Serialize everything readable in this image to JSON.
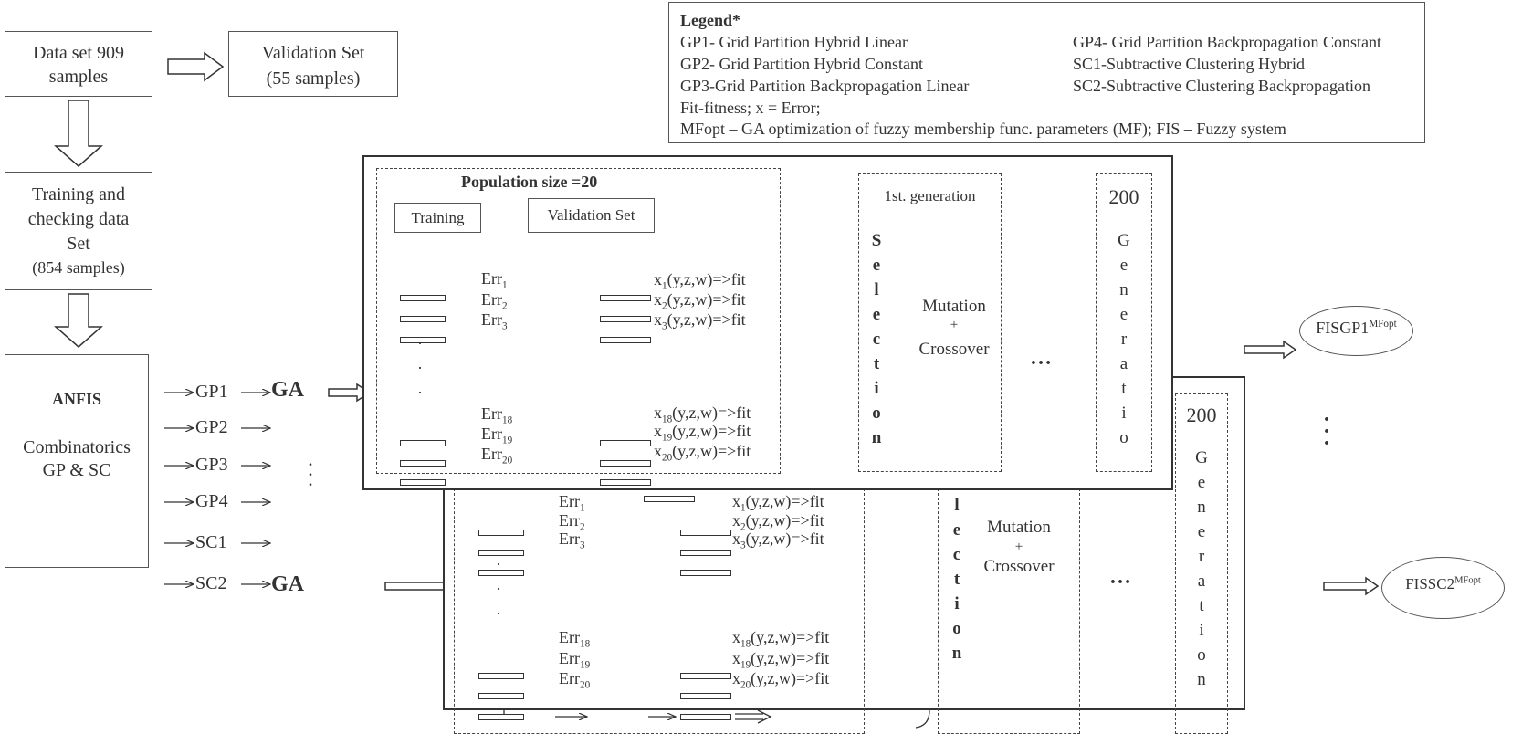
{
  "legend": {
    "title": "Legend*",
    "gp1": "GP1- Grid Partition Hybrid Linear",
    "gp2": "GP2- Grid Partition Hybrid Constant",
    "gp3": "GP3-Grid Partition Backpropagation Linear",
    "gp4": "GP4- Grid Partition Backpropagation Constant",
    "sc1": "SC1-Subtractive Clustering Hybrid",
    "sc2": "SC2-Subtractive Clustering Backpropagation",
    "fit": "Fit-fitness;  x = Error;",
    "mfopt": "MFopt – GA optimization of fuzzy membership func. parameters (MF); FIS – Fuzzy system"
  },
  "dataset": {
    "line1": "Data set 909",
    "line2": "samples"
  },
  "validation": {
    "line1": "Validation Set",
    "line2": "(55 samples)"
  },
  "training_set": {
    "line1": "Training and",
    "line2": "checking data",
    "line3": "Set",
    "line4": "(854 samples)"
  },
  "anfis": {
    "title": "ANFIS",
    "line1": "Combinatorics",
    "line2": "GP & SC"
  },
  "methods": [
    "GP1",
    "GP2",
    "GP3",
    "GP4",
    "SC1",
    "SC2"
  ],
  "ga_label": "GA",
  "pop": {
    "title": "Population size =20",
    "training": "Training",
    "validation": "Validation Set",
    "err_base": "Err",
    "err_idx": [
      "1",
      "2",
      "3",
      "18",
      "19",
      "20"
    ],
    "x_base": "x",
    "x_suffix": "(y,z,w)=>fit"
  },
  "selection_letters": [
    "S",
    "e",
    "l",
    "e",
    "c",
    "t",
    "i",
    "o",
    "n"
  ],
  "selection_back_letters": [
    "l",
    "e",
    "c",
    "t",
    "i",
    "o",
    "n"
  ],
  "generation_letters": [
    "G",
    "e",
    "n",
    "e",
    "r",
    "a",
    "t",
    "i",
    "o",
    "n"
  ],
  "first_gen": "1st. generation",
  "gen_count": "200",
  "mutation": "Mutation",
  "plus": "+",
  "crossover": "Crossover",
  "dots_h": "…",
  "dot": ".",
  "fis1": {
    "base": "FISGP1",
    "sup": "MFopt"
  },
  "fis2": {
    "base": "FISSC2",
    "sup": "MFopt"
  }
}
